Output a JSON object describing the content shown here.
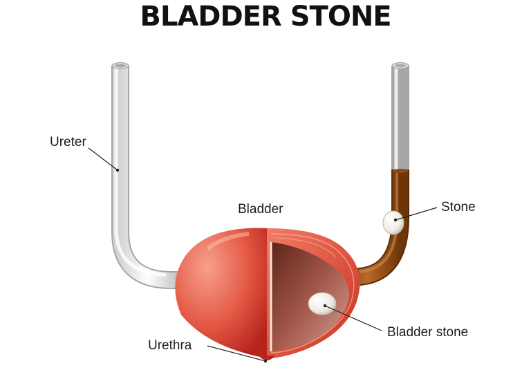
{
  "title": "BLADDER STONE",
  "labels": {
    "ureter": "Ureter",
    "bladder": "Bladder",
    "stone": "Stone",
    "bladder_stone": "Bladder stone",
    "urethra": "Urethra"
  },
  "colors": {
    "bladder_light": "#f08a78",
    "bladder_dark": "#c42a20",
    "ureter": "#f4f4f4",
    "blocked_ureter": "#a0561e",
    "stone": "#f6f4ee",
    "text": "#1e1e1e"
  }
}
